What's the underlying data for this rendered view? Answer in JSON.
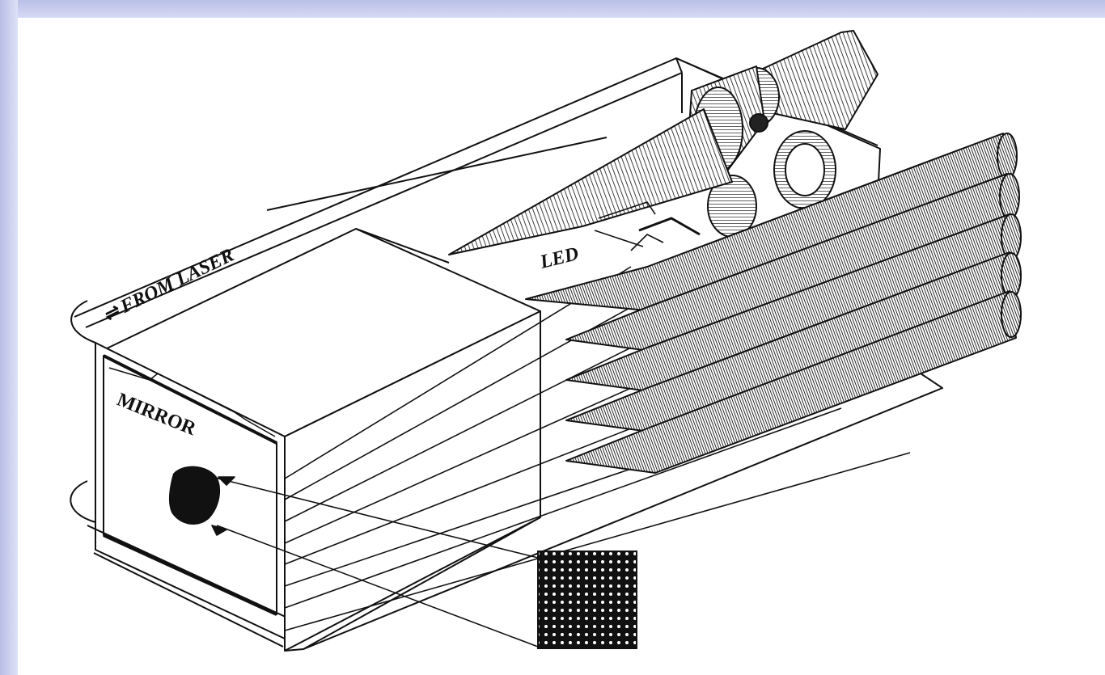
{
  "labels": {
    "from_laser": "FROM LASER",
    "led": "LED",
    "mirror": "MIRROR"
  },
  "icons": {
    "arrow": "double-arrow-icon"
  }
}
